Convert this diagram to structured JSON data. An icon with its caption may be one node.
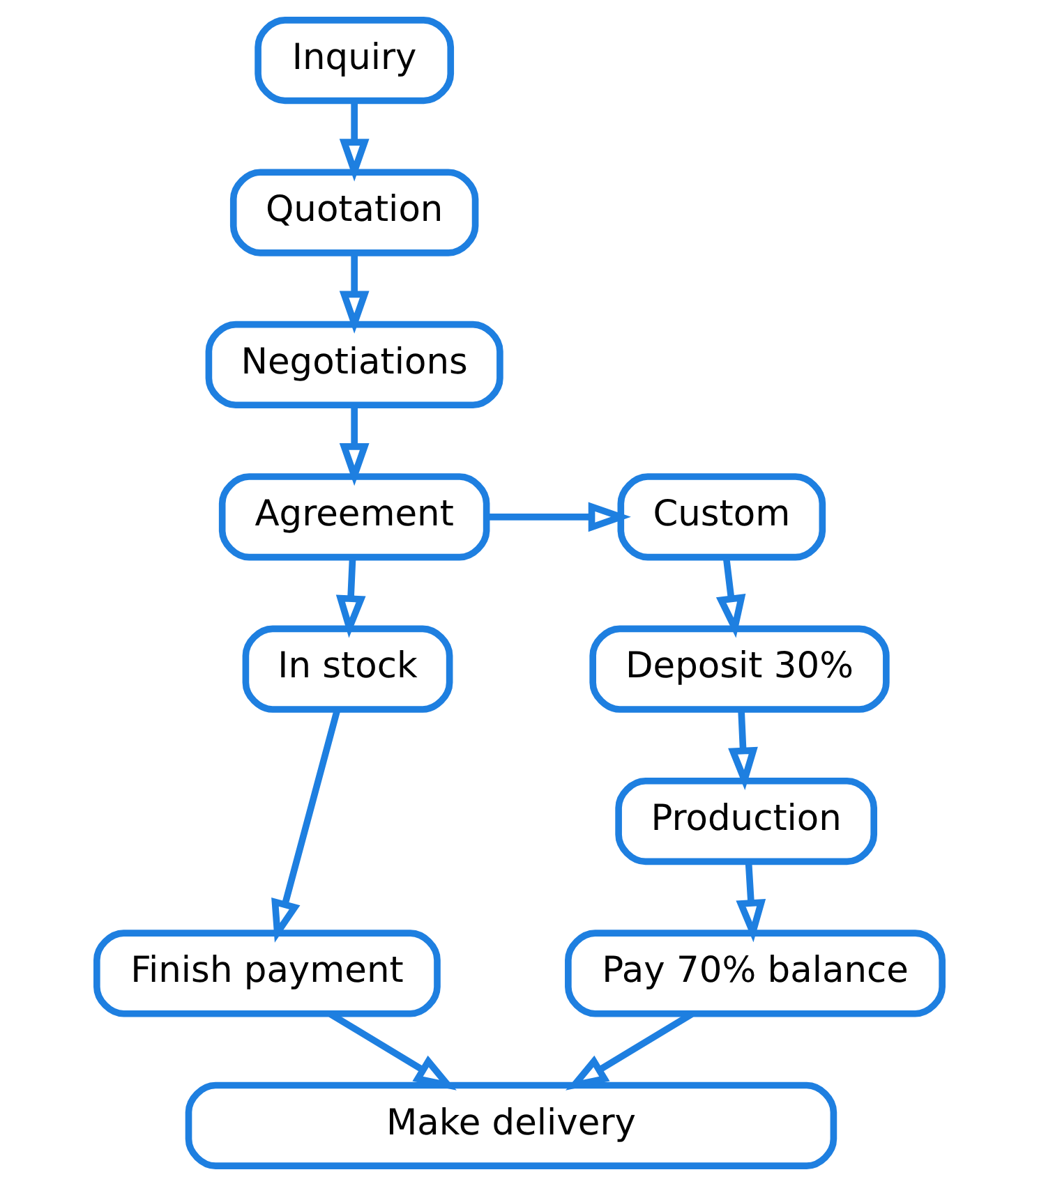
{
  "diagram": {
    "nodes": [
      {
        "text": [
          "Inquiry"
        ]
      },
      {
        "text": [
          "Quotation"
        ]
      },
      {
        "text": [
          "Negotiations"
        ]
      },
      {
        "text": [
          "Agreement"
        ]
      },
      {
        "text": [
          "Custom"
        ]
      },
      {
        "text": [
          "In stock"
        ]
      },
      {
        "text": [
          "Deposit 30%"
        ]
      },
      {
        "text": [
          "Production"
        ]
      },
      {
        "text": [
          "Finish payment"
        ]
      },
      {
        "text": [
          "Pay 70% balance"
        ]
      },
      {
        "text": [
          "Make delivery"
        ]
      }
    ],
    "edges": [
      {
        "from": 0,
        "to": 1,
        "arrow": "to"
      },
      {
        "from": 1,
        "to": 2,
        "arrow": "to"
      },
      {
        "from": 2,
        "to": 3,
        "arrow": "to"
      },
      {
        "from": 3,
        "to": 4,
        "arrow": "to"
      },
      {
        "from": 3,
        "to": 5,
        "arrow": "to"
      },
      {
        "from": 4,
        "to": 6,
        "arrow": "to"
      },
      {
        "from": 6,
        "to": 7,
        "arrow": "to"
      },
      {
        "from": 7,
        "to": 9,
        "arrow": "to"
      },
      {
        "from": 5,
        "to": 8,
        "arrow": "to"
      },
      {
        "from": 8,
        "to": 10,
        "arrow": "to"
      },
      {
        "from": 9,
        "to": 10,
        "arrow": "to"
      }
    ]
  }
}
